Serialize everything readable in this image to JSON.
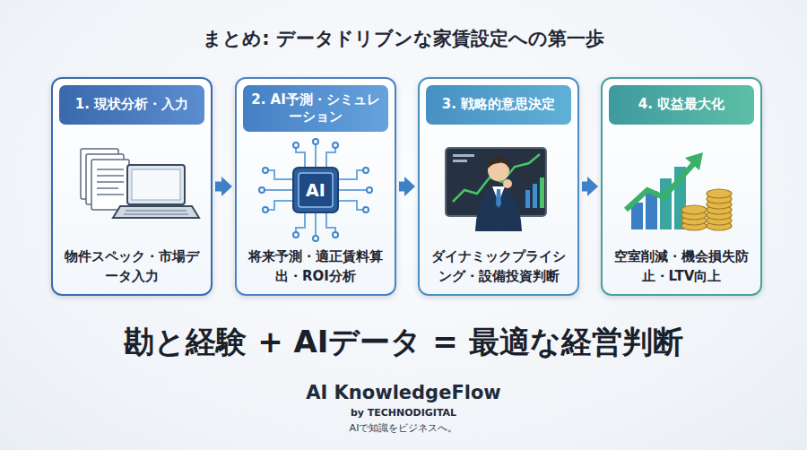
{
  "diagram": {
    "title": "まとめ: データドリブンな家賃設定への第一歩",
    "nodes": [
      {
        "text": [
          "1. 現状分析・入力",
          "物件スペック・市場データ入力"
        ]
      },
      {
        "text": [
          "2. AI予測・シミュレーション",
          "将来予測・適正賃料算出・ROI分析"
        ]
      },
      {
        "text": [
          "3. 戦略的意思決定",
          "ダイナミックプライシング・設備投資判断"
        ]
      },
      {
        "text": [
          "4. 収益最大化",
          "空室削減・機会損失防止・LTV向上"
        ]
      }
    ],
    "edges": [
      {
        "from": 0,
        "to": 1,
        "arrow": "to"
      },
      {
        "from": 1,
        "to": 2,
        "arrow": "to"
      },
      {
        "from": 2,
        "to": 3,
        "arrow": "to"
      }
    ],
    "labels": [
      "AI",
      "勘と経験 + AIデータ = 最適な経営判断",
      "AI KnowledgeFlow",
      "by TECHNODIGITAL",
      "AIで知識をビジネスへ。"
    ]
  }
}
